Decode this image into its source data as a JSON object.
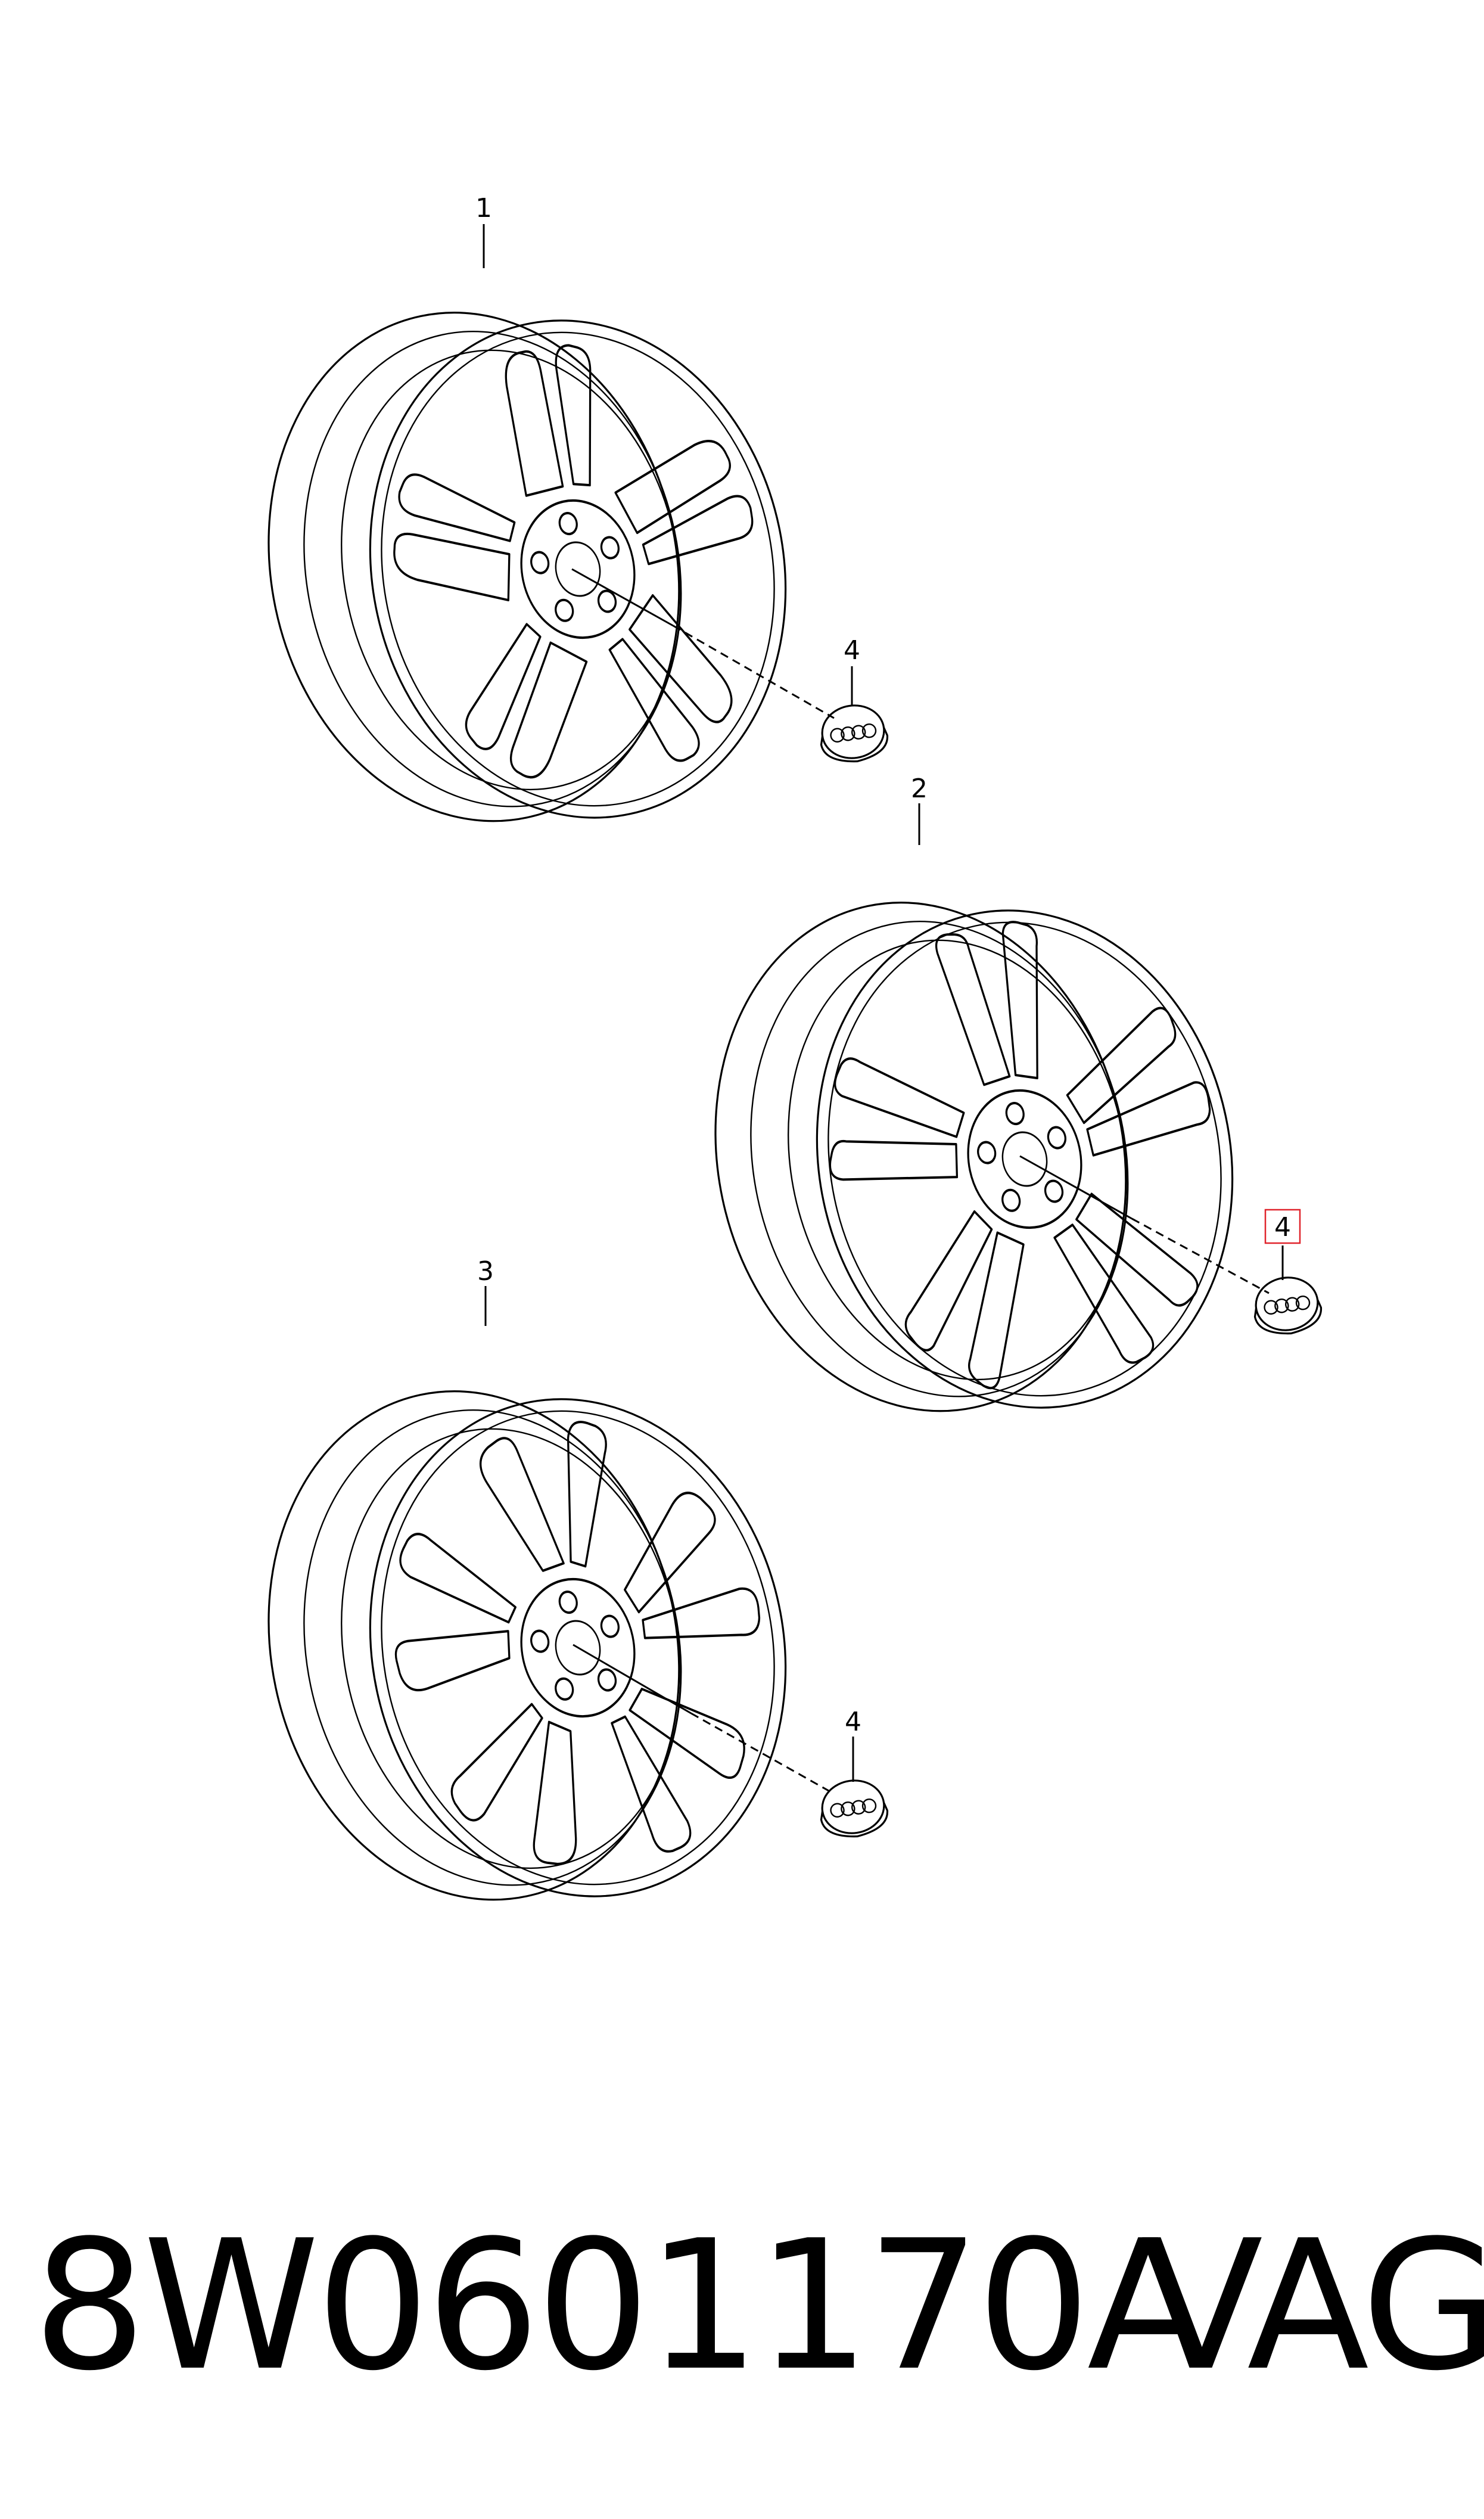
{
  "callouts": {
    "wheel_1": "1",
    "wheel_2": "2",
    "wheel_3": "3",
    "cap_a": "4",
    "cap_b": "4",
    "cap_c": "4"
  },
  "caption": {
    "part_number": "8W0601170A",
    "brand": "VAG"
  },
  "highlight_color": "#e0242c",
  "icons": [
    "wheel-drawing",
    "center-cap-drawing",
    "audi-rings-logo"
  ]
}
